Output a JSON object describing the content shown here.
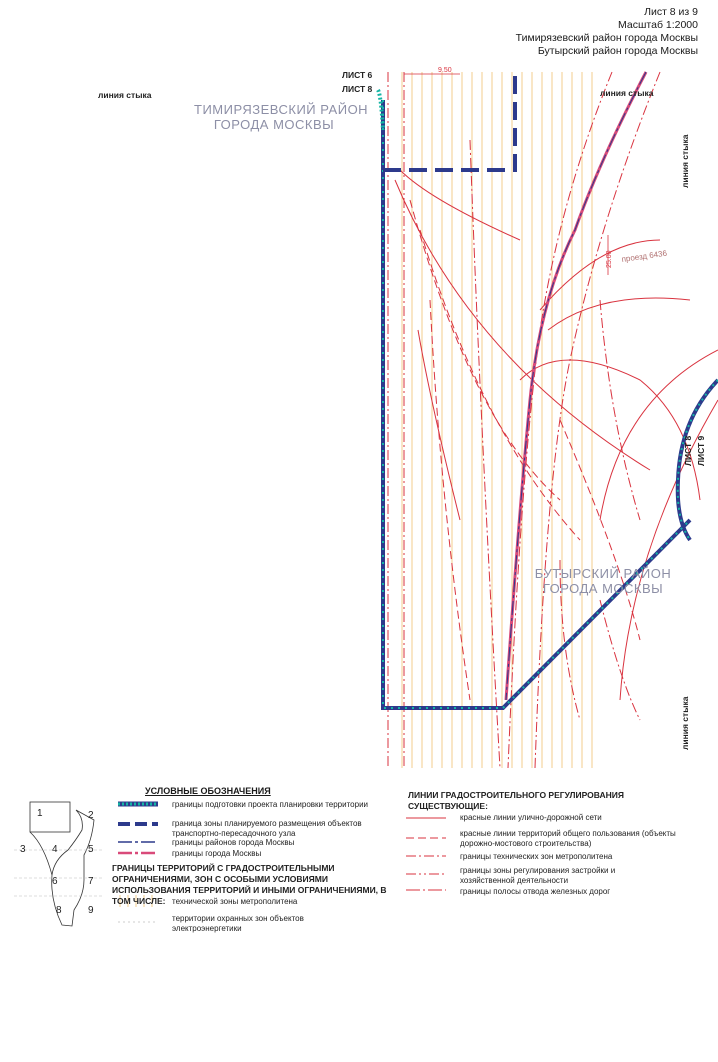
{
  "header": {
    "sheet": "Лист 8 из 9",
    "scale": "Масштаб 1:2000",
    "district1": "Тимирязевский район города Москвы",
    "district2": "Бутырский район города Москвы"
  },
  "map": {
    "junction_labels": {
      "top_left": "линия стыка",
      "top_right": "линия стыка",
      "right_upper": "линия стыка",
      "right_lower": "линия стыка"
    },
    "sheet_labels": {
      "sheet6": "ЛИСТ 6",
      "sheet8_top": "ЛИСТ 8",
      "sheet8_right": "ЛИСТ 8",
      "sheet9_right": "ЛИСТ 9"
    },
    "district_timiryazev": [
      "ТИМИРЯЗЕВСКИЙ РАЙОН",
      "ГОРОДА МОСКВЫ"
    ],
    "district_butyr": [
      "БУТЫРСКИЙ РАЙОН",
      "ГОРОДА МОСКВЫ"
    ],
    "dim_top": "9.50",
    "dim_mid": "25.00",
    "street_label": "проезд 6436",
    "colors": {
      "prep_boundary": "#14b5a5",
      "placement_zone": "#2d3a8c",
      "district_boundary": "#2d3a8c",
      "city_boundary": "#d94a7a",
      "red_lines": "#d9333f",
      "metro_zone": "#f0c070"
    }
  },
  "legend": {
    "title": "УСЛОВНЫЕ ОБОЗНАЧЕНИЯ",
    "items": [
      "границы подготовки проекта планировки территории",
      "граница зоны планируемого размещения объектов транспортно-пересадочного узла",
      "границы районов города Москвы",
      "границы города Москвы"
    ],
    "restrictions_heading": "ГРАНИЦЫ ТЕРРИТОРИЙ С ГРАДОСТРОИТЕЛЬНЫМИ ОГРАНИЧЕНИЯМИ, ЗОН С ОСОБЫМИ УСЛОВИЯМИ ИСПОЛЬЗОВАНИЯ ТЕРРИТОРИЙ И ИНЫМИ ОГРАНИЧЕНИЯМИ, В ТОМ ЧИСЛЕ:",
    "restrictions": [
      "технической зоны метрополитена",
      "территории охранных зон объектов электроэнергетики"
    ],
    "lines_heading": "ЛИНИИ ГРАДОСТРОИТЕЛЬНОГО РЕГУЛИРОВАНИЯ СУЩЕСТВУЮЩИЕ:",
    "lines": [
      "красные линии улично-дорожной сети",
      "красные линии территорий общего пользования (объекты дорожно-мостового строительства)",
      "границы технических зон метрополитена",
      "границы зоны регулирования застройки и хозяйственной деятельности",
      "границы полосы отвода железных дорог"
    ]
  },
  "key_map": {
    "numbers": [
      "1",
      "2",
      "3",
      "4",
      "5",
      "6",
      "7",
      "8",
      "9"
    ]
  }
}
